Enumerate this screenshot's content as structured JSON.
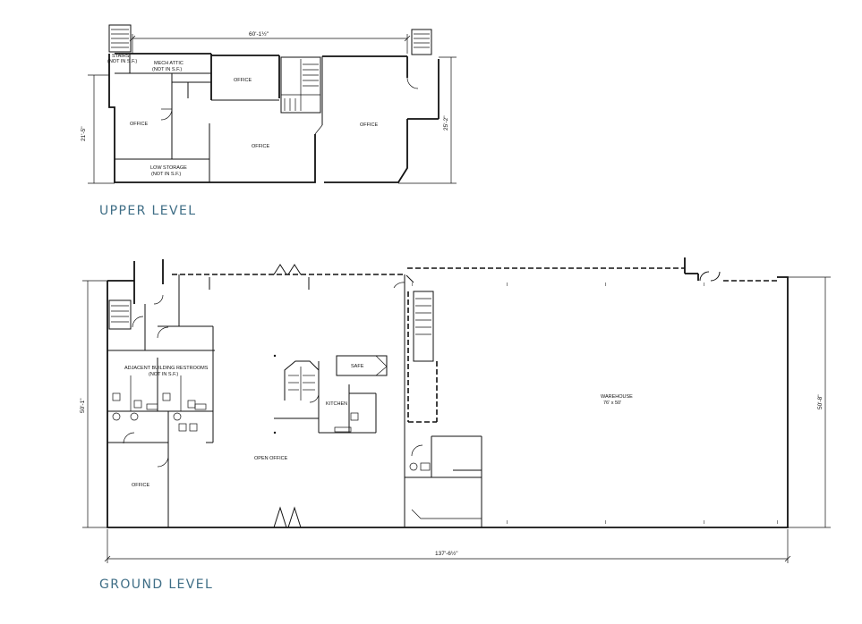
{
  "upper": {
    "heading": "UPPER LEVEL",
    "rooms": {
      "stairs_1": "STAIRS",
      "stairs_2": "(NOT IN S.F.)",
      "mech_1": "MECH ATTIC",
      "mech_2": "(NOT IN S.F.)",
      "office_a": "OFFICE",
      "office_b": "OFFICE",
      "office_c": "OFFICE",
      "office_d": "OFFICE",
      "storage_1": "LOW STORAGE",
      "storage_2": "(NOT IN S.F.)"
    },
    "dims": {
      "top": "60'-1½\"",
      "left": "21'-5\"",
      "right": "25'-2\""
    }
  },
  "ground": {
    "heading": "GROUND LEVEL",
    "rooms": {
      "restrooms_1": "ADJACENT BUILDING RESTROOMS",
      "restrooms_2": "(NOT IN S.F.)",
      "safe": "SAFE",
      "kitchen": "KITCHEN",
      "open_office": "OPEN OFFICE",
      "office": "OFFICE",
      "warehouse_1": "WAREHOUSE",
      "warehouse_2": "76' x 50'"
    },
    "dims": {
      "left": "50'-1\"",
      "right": "50'-8\"",
      "bottom": "137'-6½\""
    }
  }
}
